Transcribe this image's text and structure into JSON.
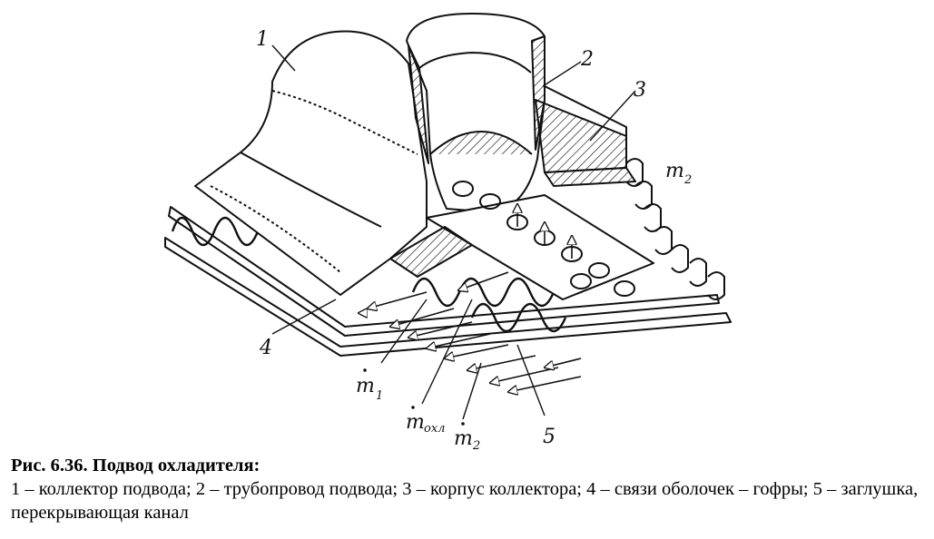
{
  "figure": {
    "labels": {
      "n1": "1",
      "n2": "2",
      "n3": "3",
      "n4": "4",
      "n5": "5",
      "m1": "m",
      "m1_sub": "1",
      "m2_top": "m",
      "m2_top_sub": "2",
      "m2_bottom": "m",
      "m2_bottom_sub": "2",
      "mohl": "m",
      "mohl_sub": "охл"
    }
  },
  "caption": {
    "title": "Рис. 6.36. Подвод охладителя:",
    "body": "1 – коллектор подвода;  2 – трубопровод подвода;  3 – корпус коллектора;  4 – связи оболочек – гофры;  5 – заглушка, перекрывающая канал"
  }
}
